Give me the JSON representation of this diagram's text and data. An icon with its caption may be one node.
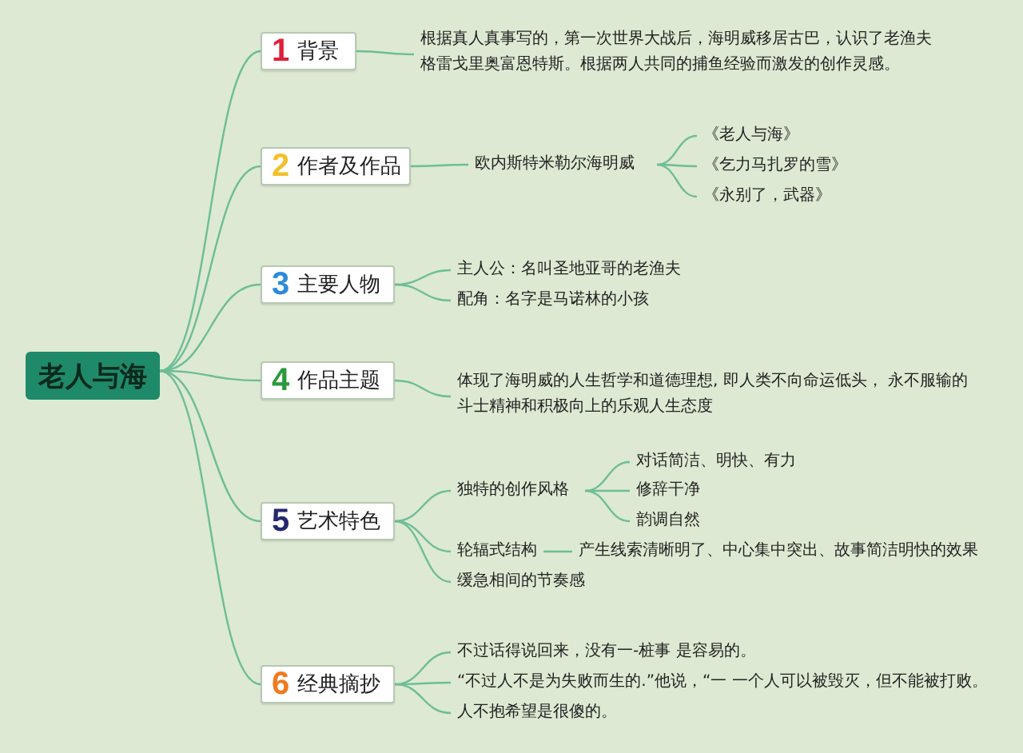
{
  "diagram": {
    "nodes": [
      {
        "text": [
          "老人与海"
        ]
      },
      {
        "text": [
          "1",
          "背景"
        ]
      },
      {
        "text": [
          "根据真人真事写的，第一次世界大战后，海明威移居古巴，认识了老渔夫格雷戈里奥富恩特斯。根据两人共同的捕鱼经验而激发的创作灵感。"
        ]
      },
      {
        "text": [
          "2",
          "作者及作品"
        ]
      },
      {
        "text": [
          "欧内斯特米勒尔海明威"
        ]
      },
      {
        "text": [
          "《老人与海》"
        ]
      },
      {
        "text": [
          "《乞力马扎罗的雪》"
        ]
      },
      {
        "text": [
          "《永别了，武器》"
        ]
      },
      {
        "text": [
          "3",
          "主要人物"
        ]
      },
      {
        "text": [
          "主人公：名叫圣地亚哥的老渔夫"
        ]
      },
      {
        "text": [
          "配角：名字是马诺林的小孩"
        ]
      },
      {
        "text": [
          "4",
          "作品主题"
        ]
      },
      {
        "text": [
          "体现了海明威的人生哲学和道德理想, 即人类不向命运低头， 永不服输的斗士精神和积极向上的乐观人生态度"
        ]
      },
      {
        "text": [
          "5",
          "艺术特色"
        ]
      },
      {
        "text": [
          "独特的创作风格"
        ]
      },
      {
        "text": [
          "对话简洁、明快、有力"
        ]
      },
      {
        "text": [
          "修辞干净"
        ]
      },
      {
        "text": [
          "韵调自然"
        ]
      },
      {
        "text": [
          "轮辐式结构"
        ]
      },
      {
        "text": [
          "产生线索清晰明了、中心集中突出、故事简洁明快的效果"
        ]
      },
      {
        "text": [
          "缓急相间的节奏感"
        ]
      },
      {
        "text": [
          "6",
          "经典摘抄"
        ]
      },
      {
        "text": [
          "不过话得说回来，没有一-桩事 是容易的。"
        ]
      },
      {
        "text": [
          "“不过人不是为失败而生的.”他说，“一 一个人可以被毁灭，但不能被打败。"
        ]
      },
      {
        "text": [
          "人不抱希望是很傻的。"
        ]
      }
    ],
    "edges": [
      {
        "from": 0,
        "to": 1,
        "arrow": "none"
      },
      {
        "from": 0,
        "to": 3,
        "arrow": "none"
      },
      {
        "from": 0,
        "to": 8,
        "arrow": "none"
      },
      {
        "from": 0,
        "to": 11,
        "arrow": "none"
      },
      {
        "from": 0,
        "to": 13,
        "arrow": "none"
      },
      {
        "from": 0,
        "to": 21,
        "arrow": "none"
      },
      {
        "from": 1,
        "to": 2,
        "arrow": "none"
      },
      {
        "from": 3,
        "to": 4,
        "arrow": "none"
      },
      {
        "from": 4,
        "to": 5,
        "arrow": "none"
      },
      {
        "from": 4,
        "to": 6,
        "arrow": "none"
      },
      {
        "from": 4,
        "to": 7,
        "arrow": "none"
      },
      {
        "from": 8,
        "to": 9,
        "arrow": "none"
      },
      {
        "from": 8,
        "to": 10,
        "arrow": "none"
      },
      {
        "from": 11,
        "to": 12,
        "arrow": "none"
      },
      {
        "from": 13,
        "to": 14,
        "arrow": "none"
      },
      {
        "from": 13,
        "to": 18,
        "arrow": "none"
      },
      {
        "from": 13,
        "to": 20,
        "arrow": "none"
      },
      {
        "from": 14,
        "to": 15,
        "arrow": "none"
      },
      {
        "from": 14,
        "to": 16,
        "arrow": "none"
      },
      {
        "from": 14,
        "to": 17,
        "arrow": "none"
      },
      {
        "from": 18,
        "to": 19,
        "arrow": "none"
      },
      {
        "from": 21,
        "to": 22,
        "arrow": "none"
      },
      {
        "from": 21,
        "to": 23,
        "arrow": "none"
      },
      {
        "from": 21,
        "to": 24,
        "arrow": "none"
      }
    ]
  }
}
